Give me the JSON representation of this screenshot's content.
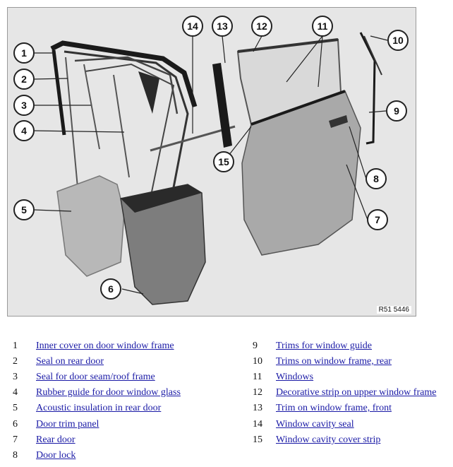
{
  "figure": {
    "code": "R51 5446",
    "callouts": [
      "1",
      "2",
      "3",
      "4",
      "5",
      "6",
      "7",
      "8",
      "9",
      "10",
      "11",
      "12",
      "13",
      "14",
      "15"
    ]
  },
  "legend": [
    {
      "num": "1",
      "label": "Inner cover on door window frame"
    },
    {
      "num": "2",
      "label": "Seal on rear door"
    },
    {
      "num": "3",
      "label": "Seal for door seam/roof frame"
    },
    {
      "num": "4",
      "label": "Rubber guide for door window glass"
    },
    {
      "num": "5",
      "label": "Acoustic insulation in rear door"
    },
    {
      "num": "6",
      "label": "Door trim panel"
    },
    {
      "num": "7",
      "label": "Rear door"
    },
    {
      "num": "8",
      "label": "Door lock"
    },
    {
      "num": "9",
      "label": "Trims for window guide"
    },
    {
      "num": "10",
      "label": "Trims on window frame, rear"
    },
    {
      "num": "11",
      "label": "Windows"
    },
    {
      "num": "12",
      "label": "Decorative strip on upper window frame"
    },
    {
      "num": "13",
      "label": "Trim on window frame, front"
    },
    {
      "num": "14",
      "label": "Window cavity seal"
    },
    {
      "num": "15",
      "label": "Window cavity cover strip"
    }
  ],
  "colors": {
    "background": "#e6e6e6",
    "door_panel": "#a9a9a9",
    "trim_panel": "#7d7d7d",
    "seal": "#1a1a1a",
    "link": "#1a1aa6"
  }
}
